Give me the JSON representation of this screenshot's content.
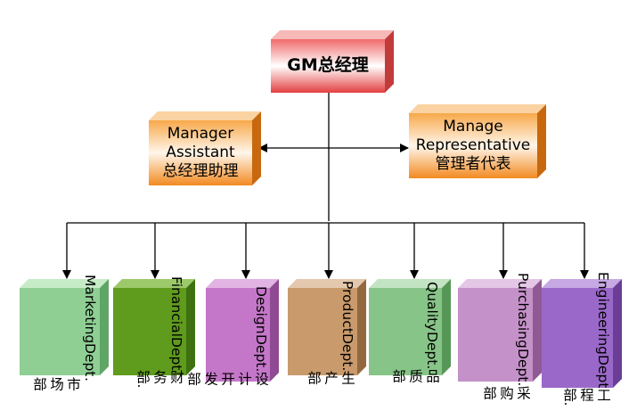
{
  "top": {
    "label": "GM总经理"
  },
  "assistant": {
    "line1": "Manager",
    "line2": "Assistant",
    "line3": "总经理助理"
  },
  "representative": {
    "line1": "Manage",
    "line2": "Representative",
    "line3": "管理者代表"
  },
  "departments": [
    {
      "col1": "Marketing",
      "col2": "Dept",
      "col3": ".市场部"
    },
    {
      "col1": "Financial",
      "col2": "Dept",
      "col3": "财务部."
    },
    {
      "col1": "Design",
      "col2": "Dept.",
      "col3": "设计开发部"
    },
    {
      "col1": "Product",
      "col2": "Dept.",
      "col3": "生产部"
    },
    {
      "col1": "Quality",
      "col2": "Dept.",
      "col3": "品质部"
    },
    {
      "col1": "Purchasing",
      "col2": "Dept.",
      "col3": "采购部"
    },
    {
      "col1": "Engineering",
      "col2": "Dept",
      "col3": "工程部."
    }
  ],
  "colors": {
    "gm": "#e4494a",
    "assistant": "#f28b2a",
    "representative": "#f28b2a",
    "departments": [
      "#8fcf94",
      "#5f9b1c",
      "#c477c8",
      "#c89a6c",
      "#87c487",
      "#c591c9",
      "#9a68c9"
    ]
  }
}
